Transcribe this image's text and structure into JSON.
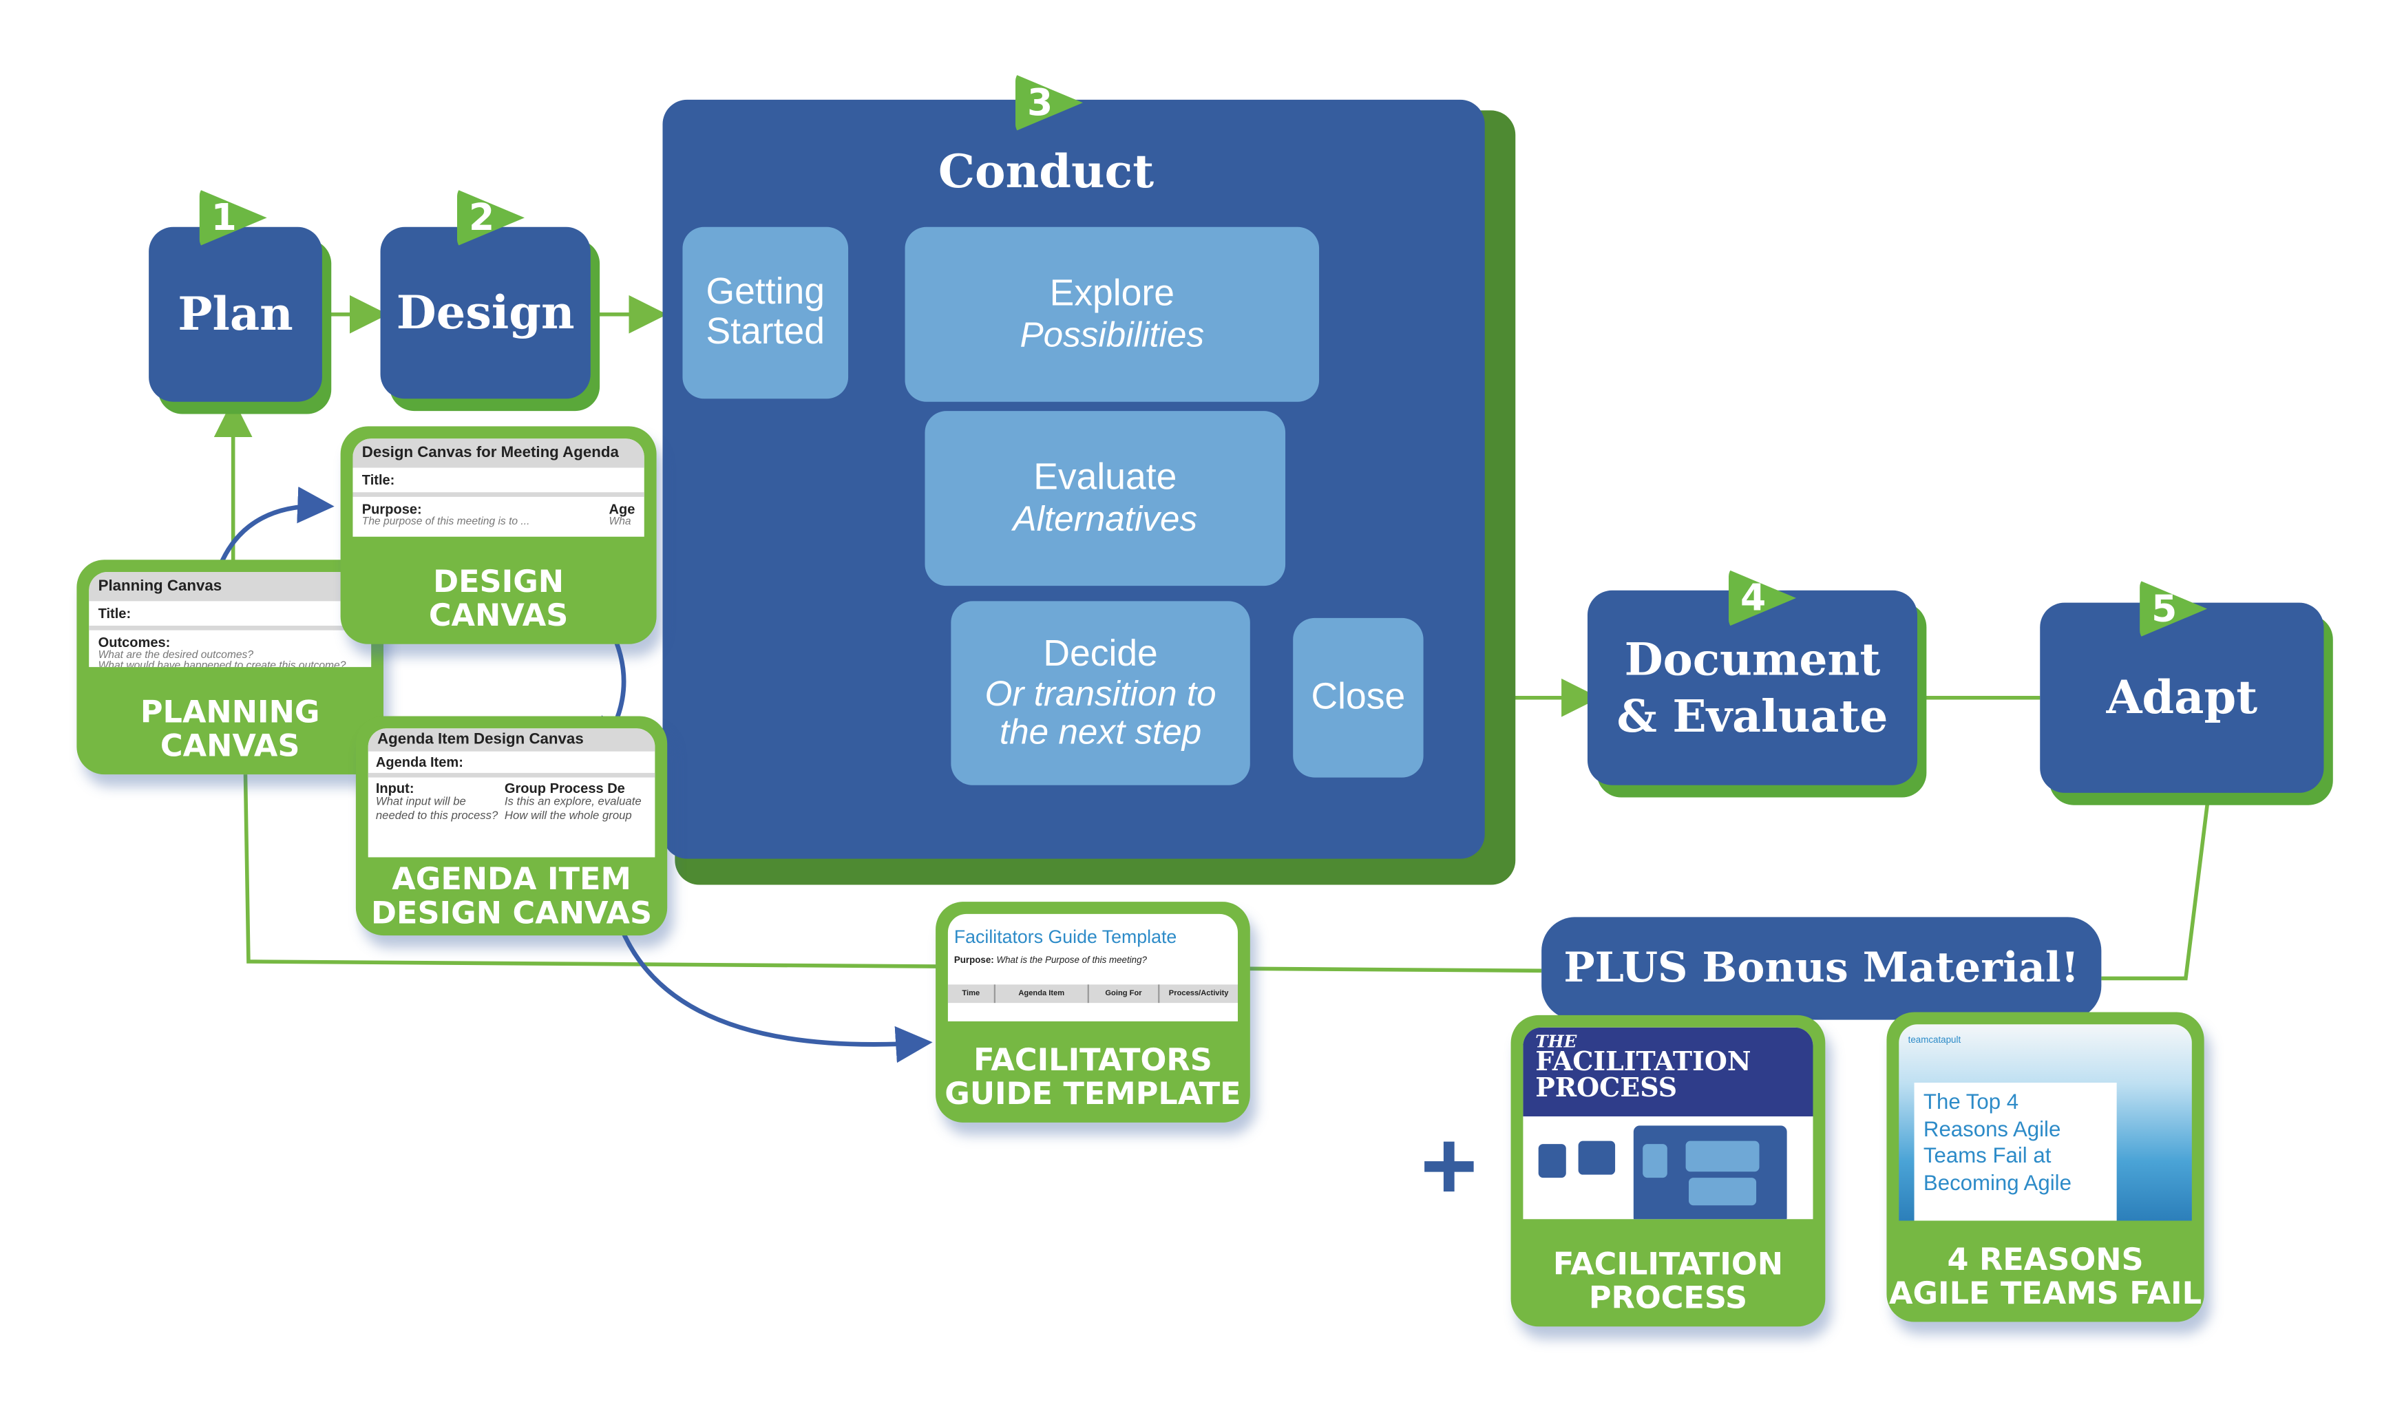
{
  "colors": {
    "blue": "#365d9e",
    "light_blue": "#6fa8d6",
    "green": "#76b843",
    "arrow_blue": "#3a5fa8"
  },
  "steps": {
    "plan": {
      "number": "1",
      "label": "Plan"
    },
    "design": {
      "number": "2",
      "label": "Design"
    },
    "conduct": {
      "number": "3",
      "label": "Conduct",
      "getting_started": "Getting Started",
      "explore": {
        "title": "Explore",
        "subtitle": "Possibilities"
      },
      "evaluate": {
        "title": "Evaluate",
        "subtitle": "Alternatives"
      },
      "decide": {
        "title": "Decide",
        "subtitle": "Or transition to the next step"
      },
      "close": "Close"
    },
    "document": {
      "number": "4",
      "label_line1": "Document",
      "label_line2": "& Evaluate"
    },
    "adapt": {
      "number": "5",
      "label": "Adapt"
    }
  },
  "cards": {
    "planning": {
      "doc_title": "Planning Canvas",
      "title_field": "Title:",
      "outcomes_field": "Outcomes:",
      "outcomes_hint": "What are the desired outcomes?",
      "outcomes_hint2": "What would have happened to create this outcome?",
      "label_line1": "PLANNING",
      "label_line2": "CANVAS"
    },
    "design": {
      "doc_title": "Design Canvas for Meeting Agenda",
      "title_field": "Title:",
      "purpose_field": "Purpose:",
      "purpose_hint": "The purpose of this meeting is to ...",
      "agenda_field": "Age",
      "agenda_hint": "Wha",
      "label_line1": "DESIGN",
      "label_line2": "CANVAS"
    },
    "agenda_item": {
      "doc_title": "Agenda Item Design Canvas",
      "item_field": "Agenda Item:",
      "input_field": "Input:",
      "input_hint": "What input will be needed to this process?",
      "group_field": "Group Process De",
      "group_hint": "Is this an explore, evaluate",
      "group_hint2": "How will the whole group",
      "label_line1": "AGENDA ITEM",
      "label_line2": "DESIGN CANVAS"
    },
    "facilitators": {
      "doc_title": "Facilitators Guide Template",
      "purpose_label": "Purpose:",
      "purpose_hint": "What is the Purpose of this meeting?",
      "columns": [
        "Time",
        "Agenda Item",
        "Going For",
        "Process/Activity"
      ],
      "label_line1": "FACILITATORS",
      "label_line2": "GUIDE TEMPLATE"
    }
  },
  "bonus": {
    "banner": "PLUS Bonus Material!",
    "plus": "+",
    "facilitation": {
      "cover_the": "THE",
      "cover_title1": "FACILITATION",
      "cover_title2": "PROCESS",
      "label_line1": "FACILITATION",
      "label_line2": "PROCESS"
    },
    "reasons": {
      "brand": "teamcatapult",
      "cover_text": "The Top 4 Reasons Agile Teams Fail at Becoming Agile",
      "label_line1": "4 REASONS",
      "label_line2": "AGILE TEAMS FAIL"
    }
  }
}
